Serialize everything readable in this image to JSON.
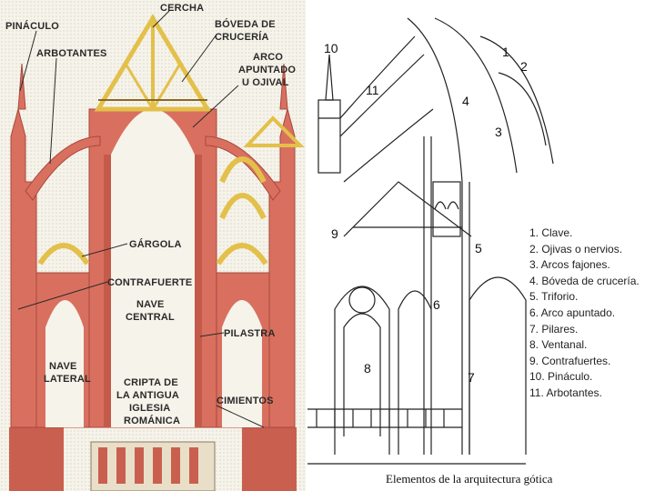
{
  "left_labels": {
    "pinaculo": "PINÁCULO",
    "cercha": "CERCHA",
    "boveda_1": "BÓVEDA DE",
    "boveda_2": "CRUCERÍA",
    "arbotantes": "ARBOTANTES",
    "arco_1": "ARCO",
    "arco_2": "APUNTADO",
    "arco_3": "U OJIVAL",
    "gargola": "GÁRGOLA",
    "contrafuerte": "CONTRAFUERTE",
    "nave_central_1": "NAVE",
    "nave_central_2": "CENTRAL",
    "pilastra": "PILASTRA",
    "nave_lateral_1": "NAVE",
    "nave_lateral_2": "LATERAL",
    "cripta_1": "CRIPTA DE",
    "cripta_2": "LA ANTIGUA",
    "cripta_3": "IGLESIA",
    "cripta_4": "ROMÁNICA",
    "cimientos": "CIMIENTOS"
  },
  "right_numbers": [
    "1",
    "2",
    "3",
    "4",
    "5",
    "6",
    "7",
    "8",
    "9",
    "10",
    "11"
  ],
  "legend": [
    "1. Clave.",
    "2. Ojivas o nervios.",
    "3. Arcos fajones.",
    "4. Bóveda de crucería.",
    "5. Triforio.",
    "6. Arco apuntado.",
    "7. Pilares.",
    "8. Ventanal.",
    "9. Contrafuertes.",
    "10. Pináculo.",
    "11. Arbotantes."
  ],
  "caption": "Elementos de la arquitectura gótica",
  "colors": {
    "stone": "#d9705f",
    "stone_dark": "#a8473c",
    "timber": "#e3c04a",
    "ink": "#2a2a2a"
  }
}
